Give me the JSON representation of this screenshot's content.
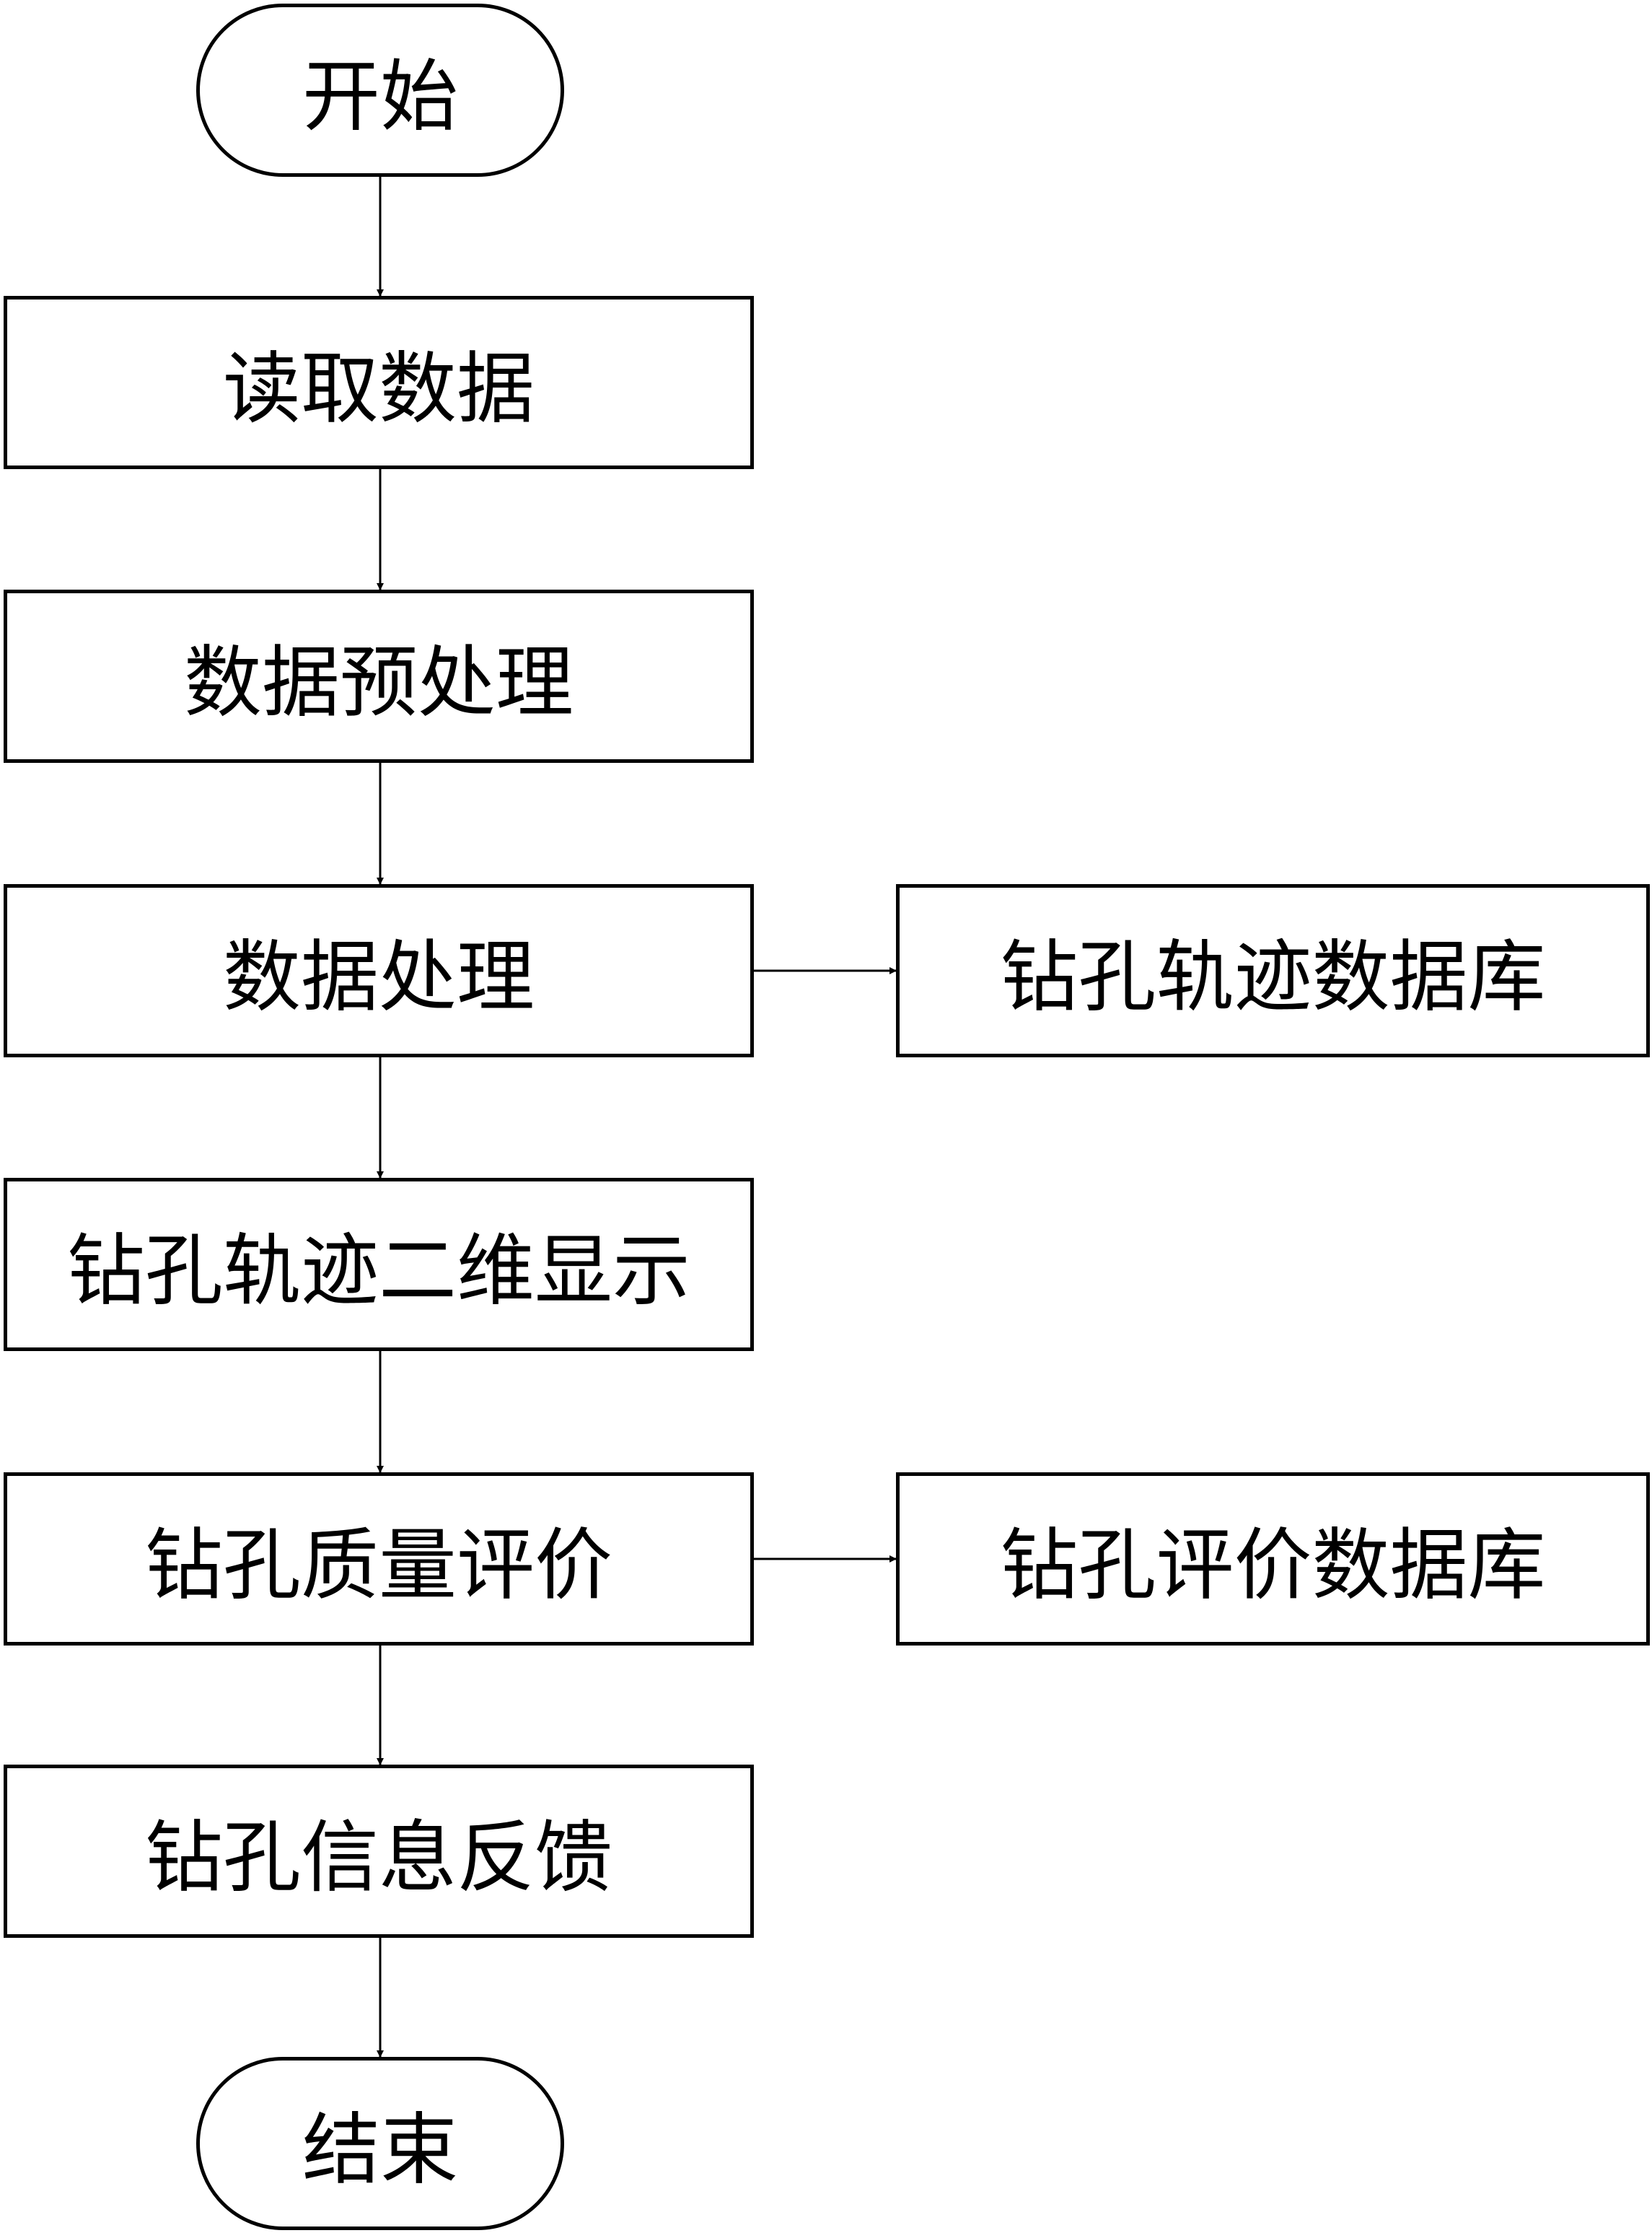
{
  "nodes": {
    "start": "开始",
    "read": "读取数据",
    "preprocess": "数据预处理",
    "process": "数据处理",
    "trajectory_db": "钻孔轨迹数据库",
    "display": "钻孔轨迹二维显示",
    "evaluate": "钻孔质量评价",
    "eval_db": "钻孔评价数据库",
    "feedback": "钻孔信息反馈",
    "end": "结束"
  },
  "edges": [
    [
      "start",
      "read"
    ],
    [
      "read",
      "preprocess"
    ],
    [
      "preprocess",
      "process"
    ],
    [
      "process",
      "trajectory_db"
    ],
    [
      "process",
      "display"
    ],
    [
      "display",
      "evaluate"
    ],
    [
      "evaluate",
      "eval_db"
    ],
    [
      "evaluate",
      "feedback"
    ],
    [
      "feedback",
      "end"
    ]
  ]
}
